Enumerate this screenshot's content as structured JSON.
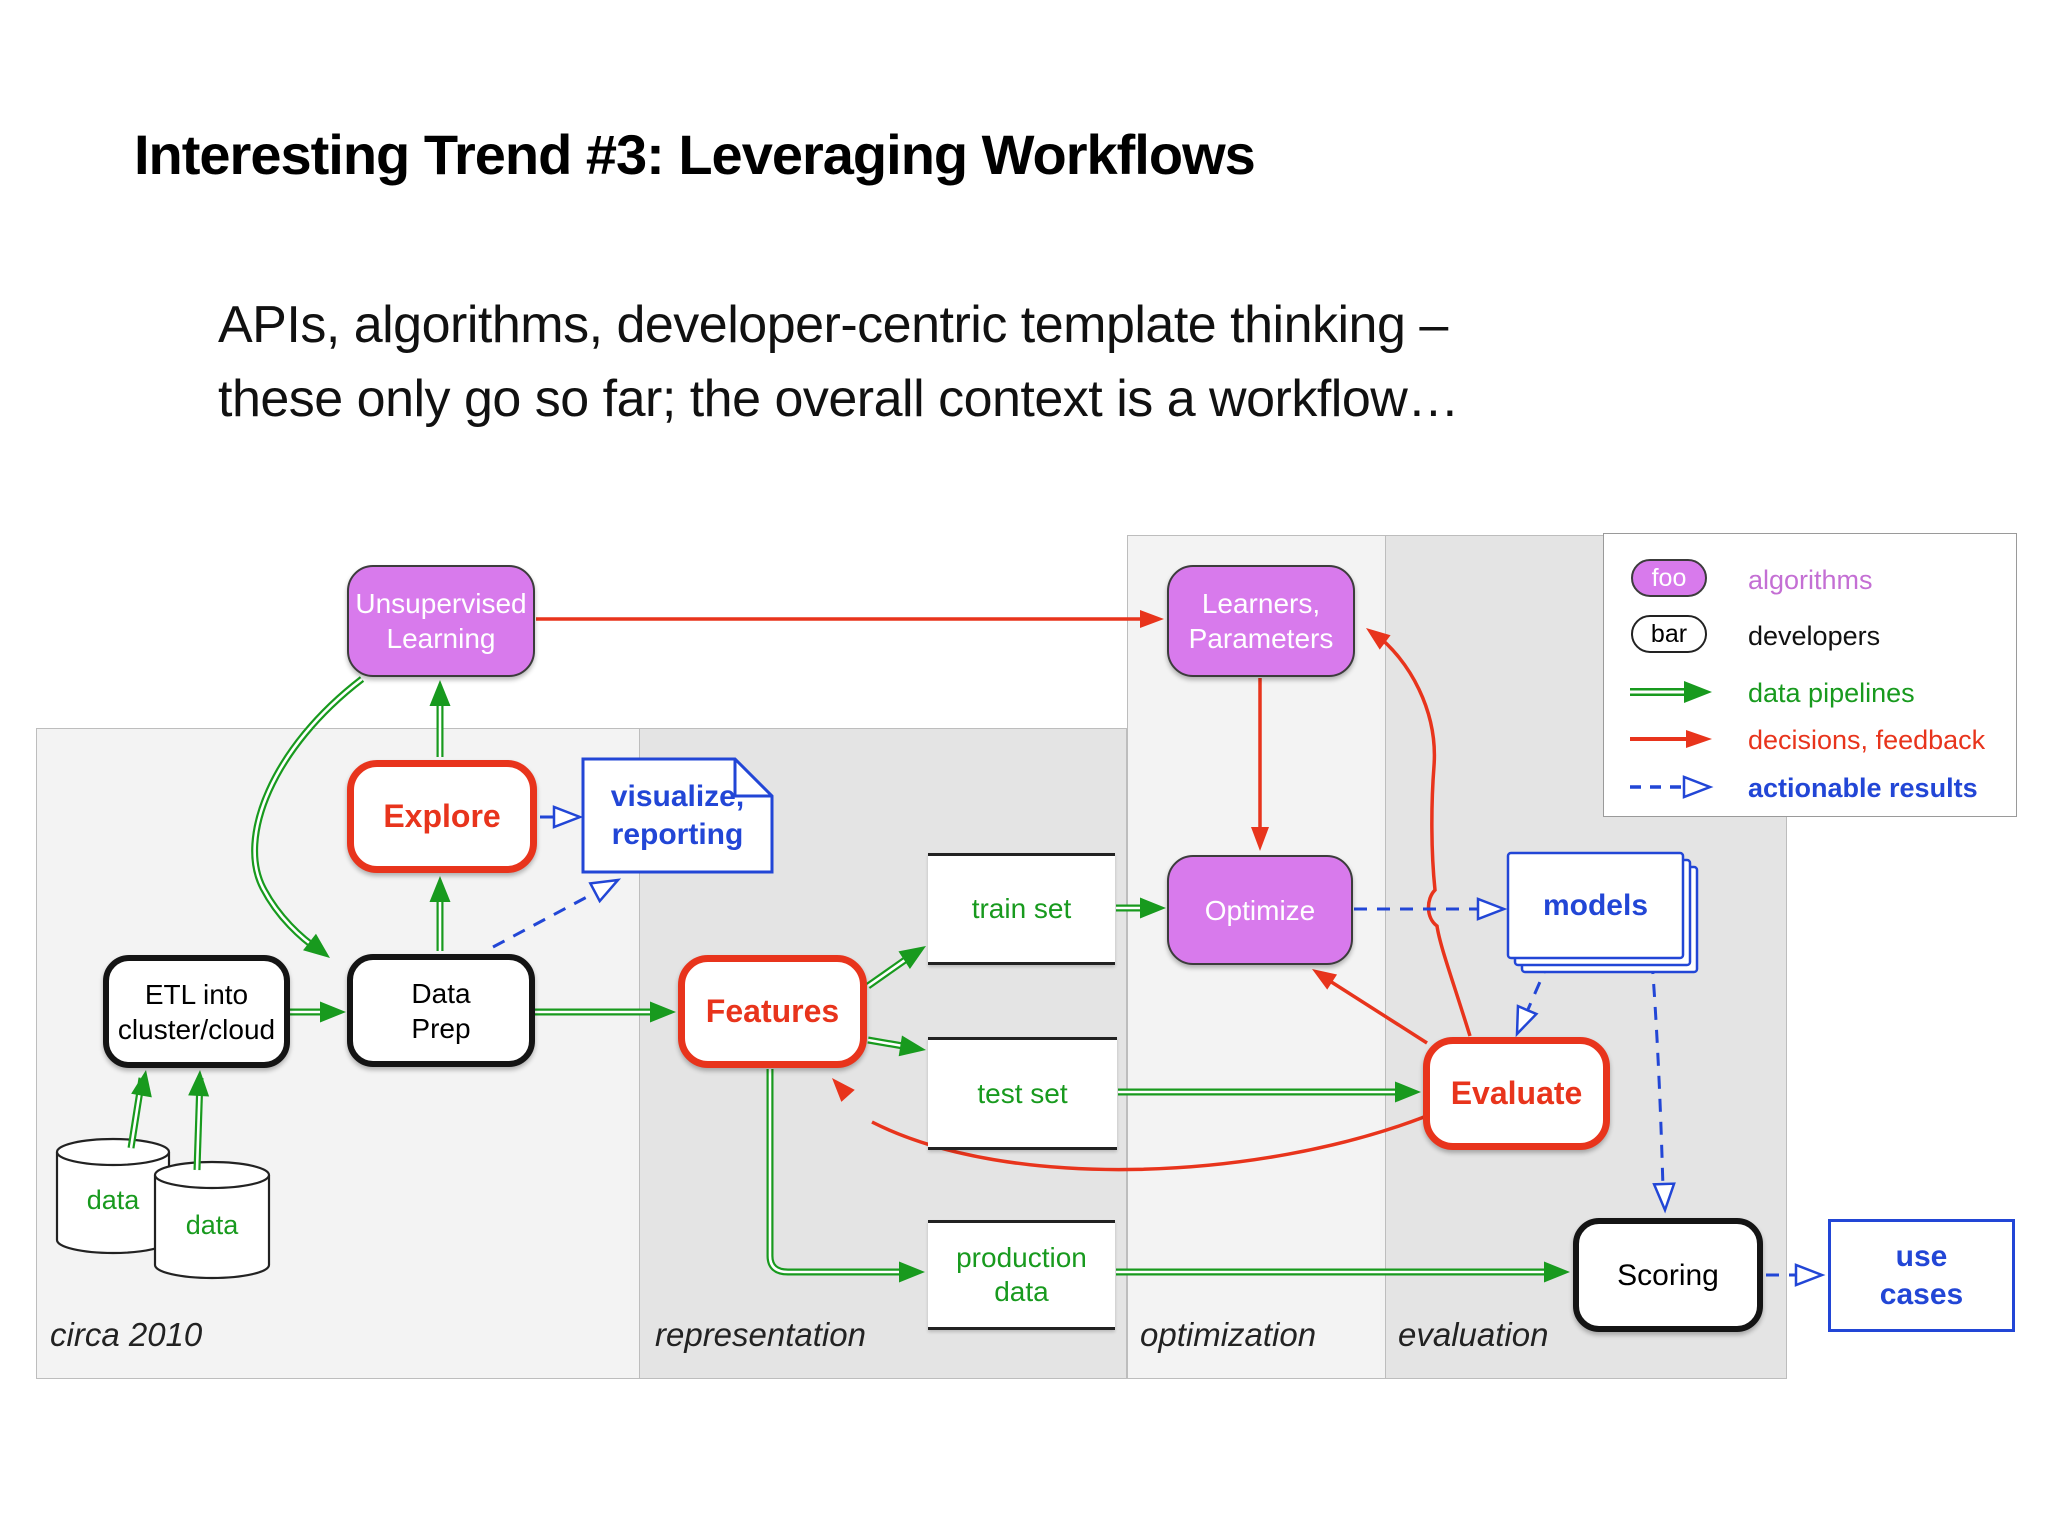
{
  "title": "Interesting Trend #3: Leveraging Workflows",
  "intro": "APIs, algorithms, developer-centric template thinking –\nthese only go so far; the overall context is a workflow…",
  "sections": {
    "circa": "circa 2010",
    "representation": "representation",
    "optimization": "optimization",
    "evaluation": "evaluation"
  },
  "nodes": {
    "unsupervised": "Unsupervised\nLearning",
    "learners": "Learners,\nParameters",
    "optimize": "Optimize",
    "explore": "Explore",
    "features": "Features",
    "evaluate": "Evaluate",
    "etl": "ETL into\ncluster/cloud",
    "dataprep": "Data\nPrep",
    "scoring": "Scoring",
    "trainset": "train set",
    "testset": "test set",
    "production": "production\ndata",
    "visualize": "visualize,\nreporting",
    "models": "models",
    "usecases": "use\ncases",
    "data1": "data",
    "data2": "data"
  },
  "legend": {
    "algorithms_sample": "foo",
    "algorithms_label": "algorithms",
    "developers_sample": "bar",
    "developers_label": "developers",
    "pipelines_label": "data pipelines",
    "feedback_label": "decisions, feedback",
    "actionable_label": "actionable results"
  },
  "colors": {
    "algorithm_fill": "#d87aec",
    "pipeline_green": "#189a1e",
    "feedback_red": "#e8341c",
    "actionable_blue": "#2246d6",
    "band_light": "#f3f3f3",
    "band_dark": "#e4e4e4"
  }
}
